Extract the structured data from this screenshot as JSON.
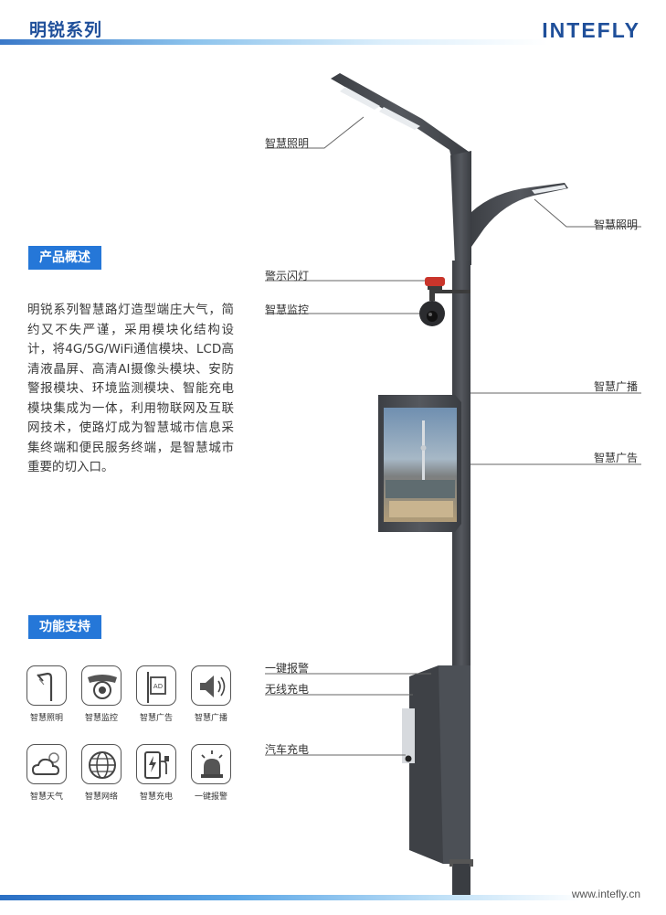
{
  "header": {
    "series_title": "明锐系列",
    "brand": "INTEFLY"
  },
  "overview": {
    "badge": "产品概述",
    "text": "明锐系列智慧路灯造型端庄大气，简约又不失严谨，采用模块化结构设计，将4G/5G/WiFi通信模块、LCD高清液晶屏、高清AI摄像头模块、安防警报模块、环境监测模块、智能充电模块集成为一体，利用物联网及互联网技术，使路灯成为智慧城市信息采集终端和便民服务终端，是智慧城市重要的切入口。"
  },
  "features": {
    "badge": "功能支持",
    "items": [
      {
        "label": "智慧照明",
        "icon": "street-light-icon"
      },
      {
        "label": "智慧监控",
        "icon": "camera-icon"
      },
      {
        "label": "智慧广告",
        "icon": "ad-screen-icon"
      },
      {
        "label": "智慧广播",
        "icon": "speaker-icon"
      },
      {
        "label": "智慧天气",
        "icon": "weather-icon"
      },
      {
        "label": "智慧网络",
        "icon": "network-icon"
      },
      {
        "label": "智慧充电",
        "icon": "charging-icon"
      },
      {
        "label": "一键报警",
        "icon": "alarm-icon"
      }
    ]
  },
  "callouts": {
    "lighting_left": "智慧照明",
    "lighting_right": "智慧照明",
    "warning_light": "警示闪灯",
    "monitoring": "智慧监控",
    "broadcast": "智慧广播",
    "advertising": "智慧广告",
    "sos": "一键报警",
    "wireless_charging": "无线充电",
    "car_charging": "汽车充电"
  },
  "footer": {
    "url": "www.intefly.cn"
  },
  "colors": {
    "brand_blue": "#1f4f9a",
    "badge_blue": "#2577d8",
    "pole_gray": "#4a4d52"
  }
}
